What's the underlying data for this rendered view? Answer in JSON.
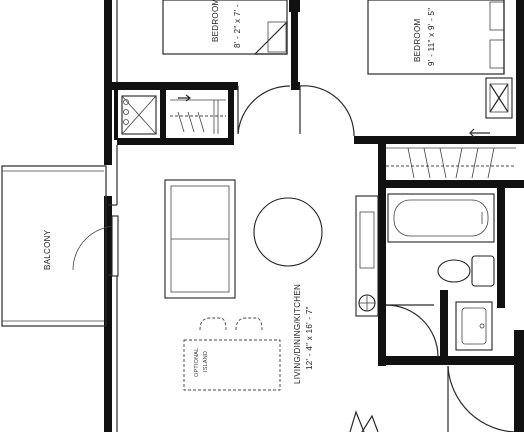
{
  "rooms": {
    "bedroom_left": {
      "name": "BEDROOM",
      "dims": "8' - 2\" x 7' -"
    },
    "bedroom_right": {
      "name": "BEDROOM",
      "dims": "9' - 11\" x 9' - 5\""
    },
    "balcony": {
      "name": "BALCONY"
    },
    "living": {
      "name": "LIVING/DINING/KITCHEN",
      "dims": "12' - 4\" x 16' - 7\""
    },
    "island": {
      "line1": "OPTIONAL",
      "line2": "ISLAND"
    }
  }
}
